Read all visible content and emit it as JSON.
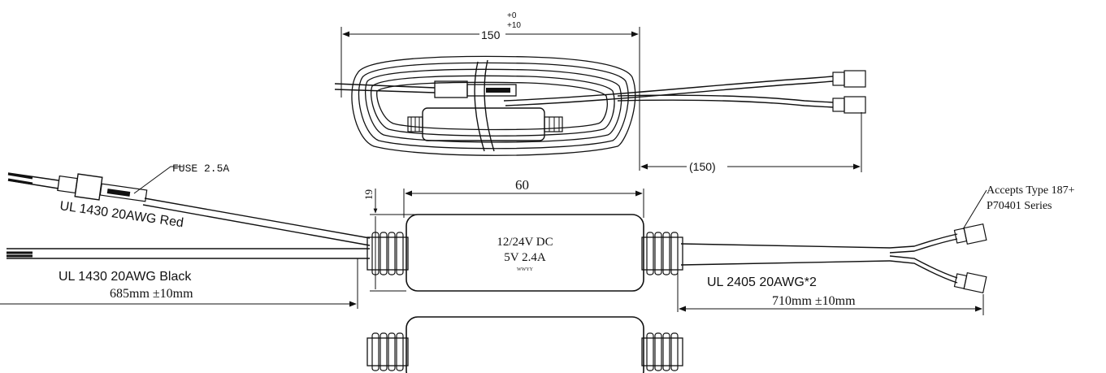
{
  "diagram": {
    "top_view": {
      "length_dim": "150",
      "tolerance_plus": "+0",
      "tolerance_plus10": "+10",
      "lead_dim": "(150)"
    },
    "body": {
      "length_dim": "60",
      "height_dim": "19",
      "label_line1": "12/24V DC",
      "label_line2": "5V 2.4A",
      "label_line3": "WWYY"
    },
    "labels": {
      "fuse": "FUSE 2.5A",
      "red_wire": "UL 1430 20AWG Red",
      "black_wire": "UL 1430 20AWG Black",
      "input_length": "685mm ±10mm",
      "output_wire": "UL 2405 20AWG*2",
      "output_length": "710mm ±10mm",
      "terminal_line1": "Accepts Type 187+",
      "terminal_line2": "P70401 Series"
    },
    "colors": {
      "ink": "#111111",
      "background": "#ffffff"
    }
  }
}
